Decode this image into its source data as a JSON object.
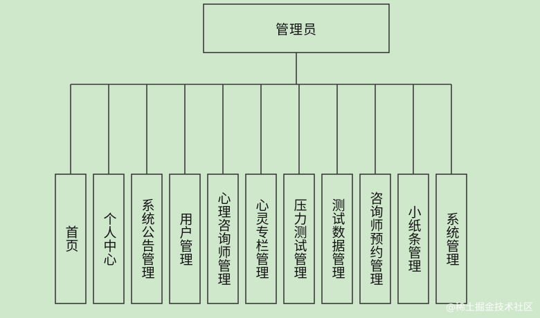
{
  "root": {
    "label": "管理员"
  },
  "children": [
    {
      "label": "首页"
    },
    {
      "label": "个人中心"
    },
    {
      "label": "系统公告管理"
    },
    {
      "label": "用户管理"
    },
    {
      "label": "心理咨询师管理"
    },
    {
      "label": "心灵专栏管理"
    },
    {
      "label": "压力测试管理"
    },
    {
      "label": "测试数据管理"
    },
    {
      "label": "咨询师预约管理"
    },
    {
      "label": "小纸条管理"
    },
    {
      "label": "系统管理"
    }
  ],
  "watermark": {
    "text": "@稀土掘金技术社区"
  }
}
